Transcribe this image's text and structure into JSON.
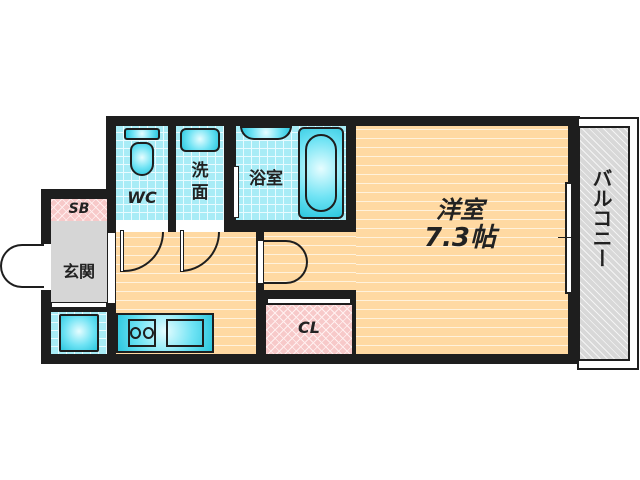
{
  "floorplan": {
    "rooms": {
      "western_room": {
        "name": "洋室",
        "size": "7.3帖"
      },
      "balcony": {
        "name": "バルコニー"
      },
      "bathroom": {
        "name": "浴室"
      },
      "washroom": {
        "name_line1": "洗",
        "name_line2": "面"
      },
      "toilet": {
        "name": "WC"
      },
      "entrance": {
        "name": "玄関"
      },
      "shoe_box": {
        "name": "SB"
      },
      "closet": {
        "name": "CL"
      }
    },
    "colors": {
      "wall": "#1e1e1e",
      "floor_wood": "#ffd9a2",
      "wet_area_tile": "#a8ecf6",
      "storage_pink": "#f7c9c9",
      "entrance_gray": "#d6d6d6",
      "balcony_gray": "#d8d8d8"
    }
  }
}
